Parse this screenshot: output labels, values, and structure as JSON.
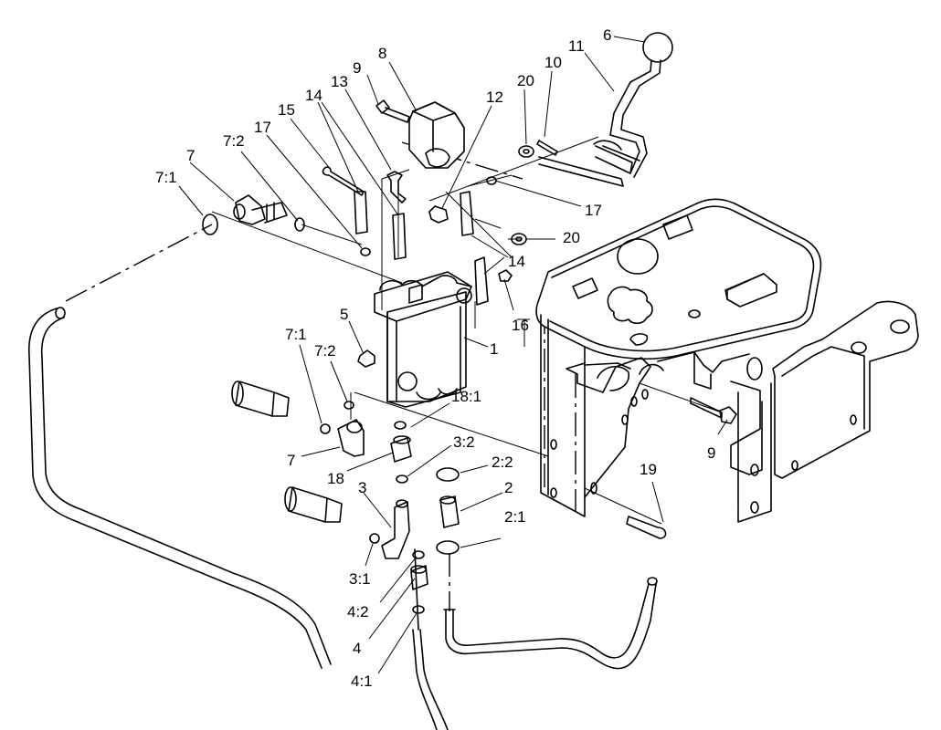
{
  "callouts": [
    {
      "id": "c6",
      "text": "6"
    },
    {
      "id": "c11",
      "text": "11"
    },
    {
      "id": "c10",
      "text": "10"
    },
    {
      "id": "c20a",
      "text": "20"
    },
    {
      "id": "c8",
      "text": "8"
    },
    {
      "id": "c9a",
      "text": "9"
    },
    {
      "id": "c13",
      "text": "13"
    },
    {
      "id": "c12",
      "text": "12"
    },
    {
      "id": "c14a",
      "text": "14"
    },
    {
      "id": "c15",
      "text": "15"
    },
    {
      "id": "c17a",
      "text": "17"
    },
    {
      "id": "c72a",
      "text": "7:2"
    },
    {
      "id": "c7a",
      "text": "7"
    },
    {
      "id": "c71a",
      "text": "7:1"
    },
    {
      "id": "c17b",
      "text": "17"
    },
    {
      "id": "c20b",
      "text": "20"
    },
    {
      "id": "c14b",
      "text": "14"
    },
    {
      "id": "c16",
      "text": "16"
    },
    {
      "id": "c5",
      "text": "5"
    },
    {
      "id": "c1",
      "text": "1"
    },
    {
      "id": "c71b",
      "text": "7:1"
    },
    {
      "id": "c72b",
      "text": "7:2"
    },
    {
      "id": "c181",
      "text": "18:1"
    },
    {
      "id": "c7b",
      "text": "7"
    },
    {
      "id": "c18",
      "text": "18"
    },
    {
      "id": "c32",
      "text": "3:2"
    },
    {
      "id": "c22",
      "text": "2:2"
    },
    {
      "id": "c9b",
      "text": "9"
    },
    {
      "id": "c19",
      "text": "19"
    },
    {
      "id": "c2",
      "text": "2"
    },
    {
      "id": "c3",
      "text": "3"
    },
    {
      "id": "c21",
      "text": "2:1"
    },
    {
      "id": "c31",
      "text": "3:1"
    },
    {
      "id": "c42",
      "text": "4:2"
    },
    {
      "id": "c4",
      "text": "4"
    },
    {
      "id": "c41",
      "text": "4:1"
    }
  ]
}
